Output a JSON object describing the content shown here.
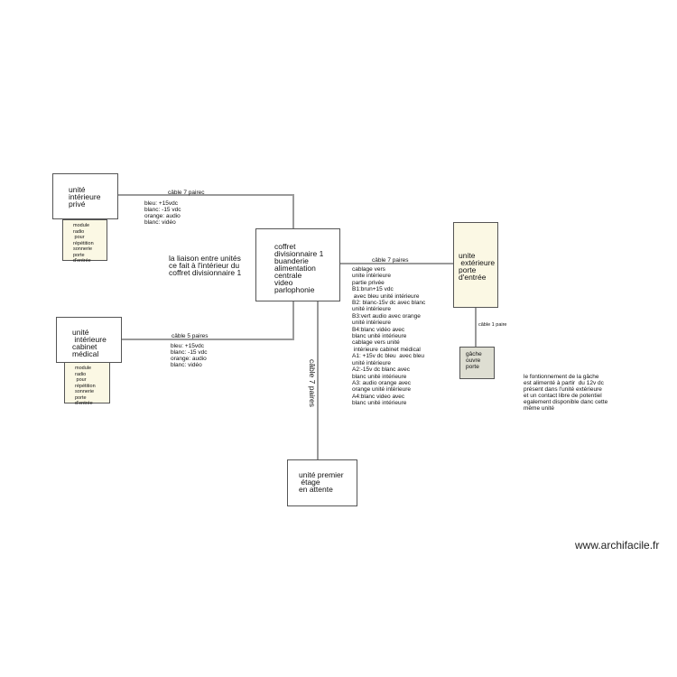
{
  "units": {
    "prive": {
      "label": "unité\nintérieure\nprivé",
      "module": "module\nradio\n pour\nrépétition\nsonnerie\nporte\nd'entrée"
    },
    "cabinet": {
      "label": "unité\n intérieure\ncabinet\nmédical",
      "module": "module\nradio\n pour\nrépétition\nsonnerie\nporte\nd'entrée"
    },
    "coffret": {
      "label": "coffret\ndivisionnaire 1\nbuanderie\nalimentation\ncentrale\nvideo\nparlophonie"
    },
    "exterieure": {
      "label": "unite\n extérieure\nporte\nd'entrée"
    },
    "gache": {
      "label": "gâche\nouvre\nporte"
    },
    "premier": {
      "label": "unité premier\n étage\nen attente"
    }
  },
  "cables": {
    "prive": {
      "label": "câble 7 pairec",
      "details": "bleu: +15vdc\nblanc: -15 vdc\norange: audio\nblanc: vidéo"
    },
    "cabinet": {
      "label": "câble 5 paires",
      "details": "bleu: +15vdc\nblanc: -15 vdc\norange: audio\nblanc: vidéo"
    },
    "exterieure": {
      "label": "câble 7 paires",
      "details": "cablage vers\nunite intérieure\npartie privée\nB1:brun+15 vdc\n avec bleu unité intérieure\nB2: blanc-15v dc avec blanc\nunité intérieure\nB3:vert audio avec orange\nunité intérieure\nB4:blanc vidéo avec\nblanc unité intérieure\ncablage vers unité\n intérieure cabinet médical\nA1: +15v dc bleu  avec bleu\nunité intérieure\nA2:-15v dc blanc avec\nblanc unité intérieure\nA3: audio orange avec\norange unité intérieure\nA4:blanc video avec\nblanc unité intérieure"
    },
    "gache": {
      "label": "câble 1 paire"
    },
    "premier": {
      "label": "câble 7 paires"
    }
  },
  "notes": {
    "liaison": "la liaison entre unités\nce fait à l'intérieur du\ncoffret divisionnaire 1",
    "gache": "le fontionnement de la gâche\nest alimenté à partir  du 12v dc\nprésent dans l'unité extérieure\net un contact libre de potentiel\negalement disponible danc cette\nmême unité"
  },
  "watermark": "www.archifacile.fr"
}
